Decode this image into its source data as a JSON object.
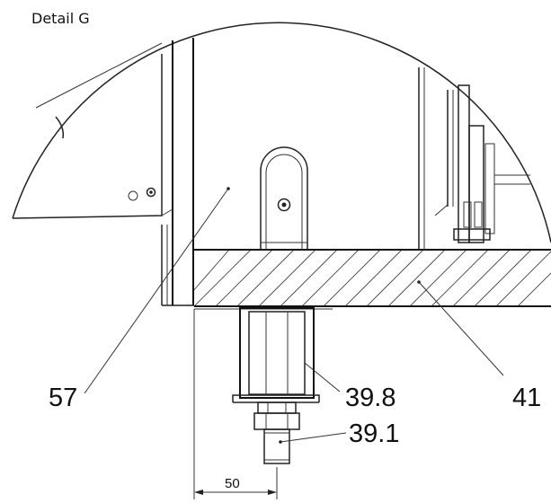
{
  "title": "Detail G",
  "callouts": {
    "part_57": "57",
    "part_39_8": "39.8",
    "part_41": "41",
    "part_39_1": "39.1"
  },
  "dimension": {
    "value": "50"
  }
}
